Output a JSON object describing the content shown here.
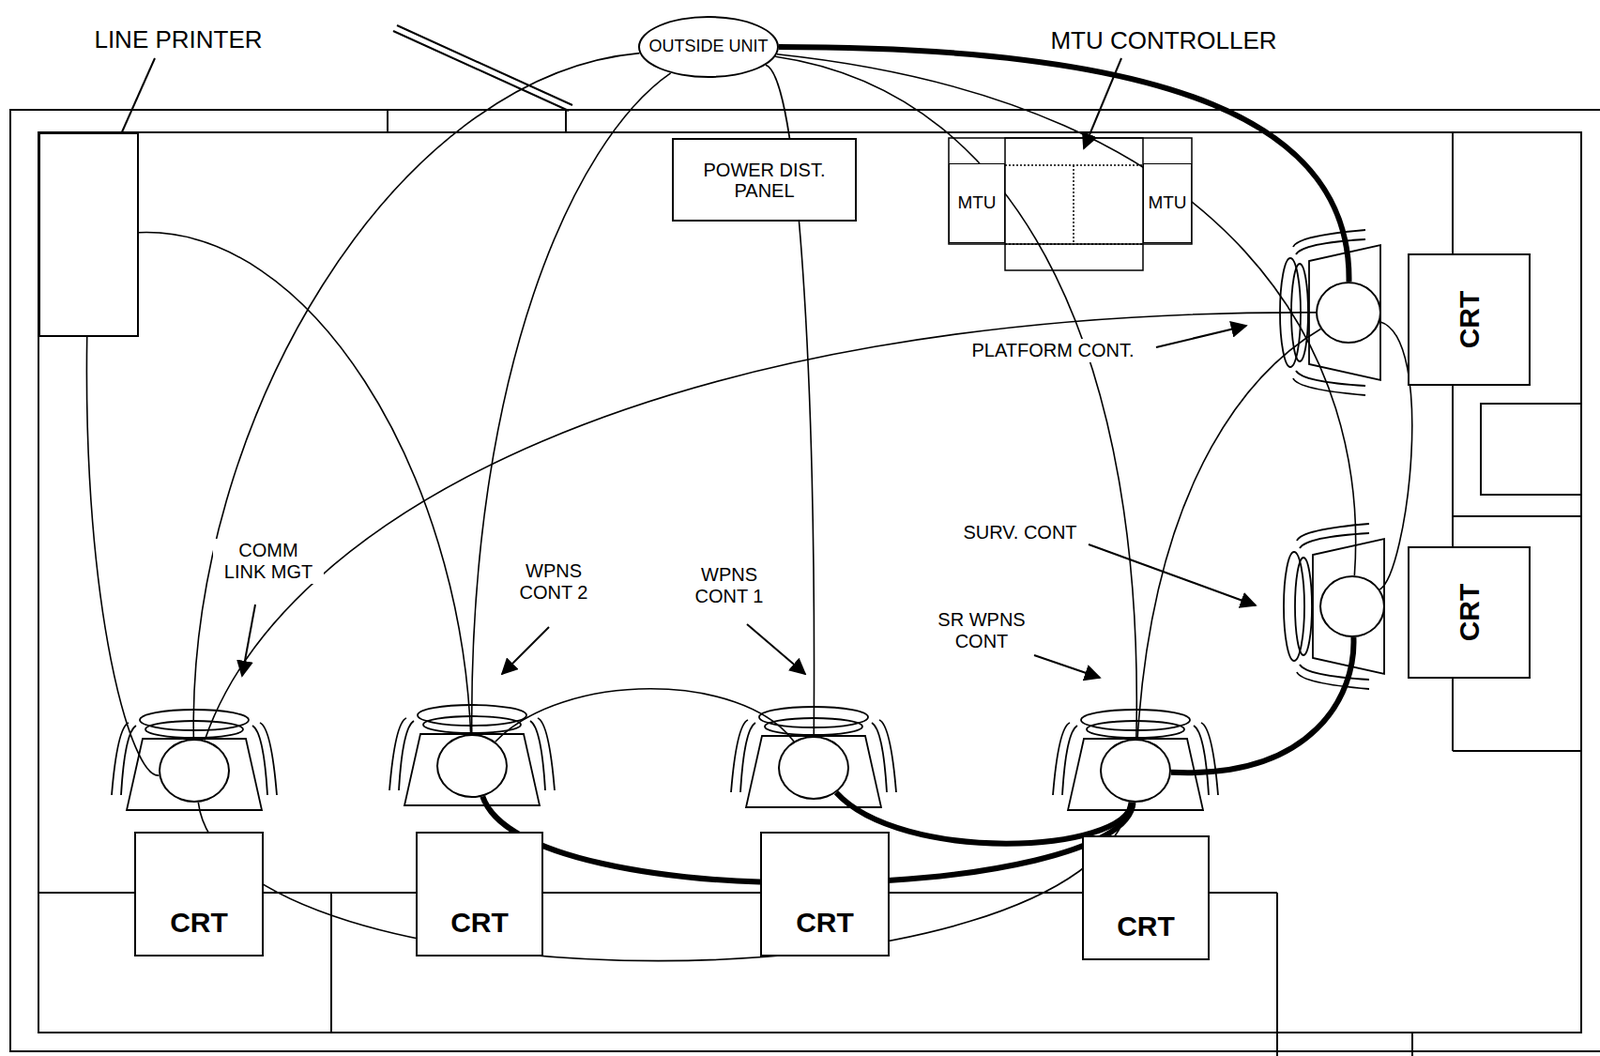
{
  "diagram": {
    "nodes": [
      {
        "text": [
          "OUTSIDE UNIT"
        ]
      },
      {
        "text": [
          "LINE PRINTER"
        ]
      },
      {
        "text": [
          "POWER DIST. PANEL"
        ]
      },
      {
        "text": [
          "MTU CONTROLLER"
        ]
      },
      {
        "text": [
          "MTU"
        ],
        "in": 3
      },
      {
        "text": [
          "MTU"
        ],
        "in": 3
      },
      {
        "text": [
          "PLATFORM CONT."
        ]
      },
      {
        "text": [
          "CRT"
        ]
      },
      {
        "text": [
          "SURV. CONT"
        ]
      },
      {
        "text": [
          "CRT"
        ]
      },
      {
        "text": [
          "COMM LINK MGT"
        ]
      },
      {
        "text": [
          "WPNS CONT 2"
        ]
      },
      {
        "text": [
          "WPNS CONT 1"
        ]
      },
      {
        "text": [
          "SR WPNS CONT"
        ]
      },
      {
        "text": [
          "CRT"
        ]
      },
      {
        "text": [
          "CRT"
        ]
      },
      {
        "text": [
          "CRT"
        ]
      },
      {
        "text": [
          "CRT"
        ]
      }
    ],
    "edges": [
      {
        "from": 0,
        "to": 6,
        "arrow": "none"
      },
      {
        "from": 0,
        "to": 10,
        "arrow": "none"
      },
      {
        "from": 0,
        "to": 11,
        "arrow": "none"
      },
      {
        "from": 0,
        "to": 12,
        "arrow": "none"
      },
      {
        "from": 0,
        "to": 13,
        "arrow": "none"
      },
      {
        "from": 0,
        "to": 8,
        "arrow": "none"
      },
      {
        "from": 1,
        "to": 10,
        "arrow": "none"
      },
      {
        "from": 1,
        "to": 11,
        "arrow": "none"
      },
      {
        "from": 6,
        "to": 10,
        "arrow": "none"
      },
      {
        "from": 11,
        "to": 12,
        "arrow": "none"
      },
      {
        "from": 11,
        "to": 13,
        "arrow": "none"
      },
      {
        "from": 12,
        "to": 13,
        "arrow": "none"
      },
      {
        "from": 13,
        "to": 8,
        "arrow": "none"
      },
      {
        "from": 13,
        "to": 6,
        "arrow": "none"
      },
      {
        "from": 6,
        "to": 8,
        "arrow": "none"
      },
      {
        "from": 10,
        "to": 13,
        "arrow": "none"
      }
    ]
  }
}
